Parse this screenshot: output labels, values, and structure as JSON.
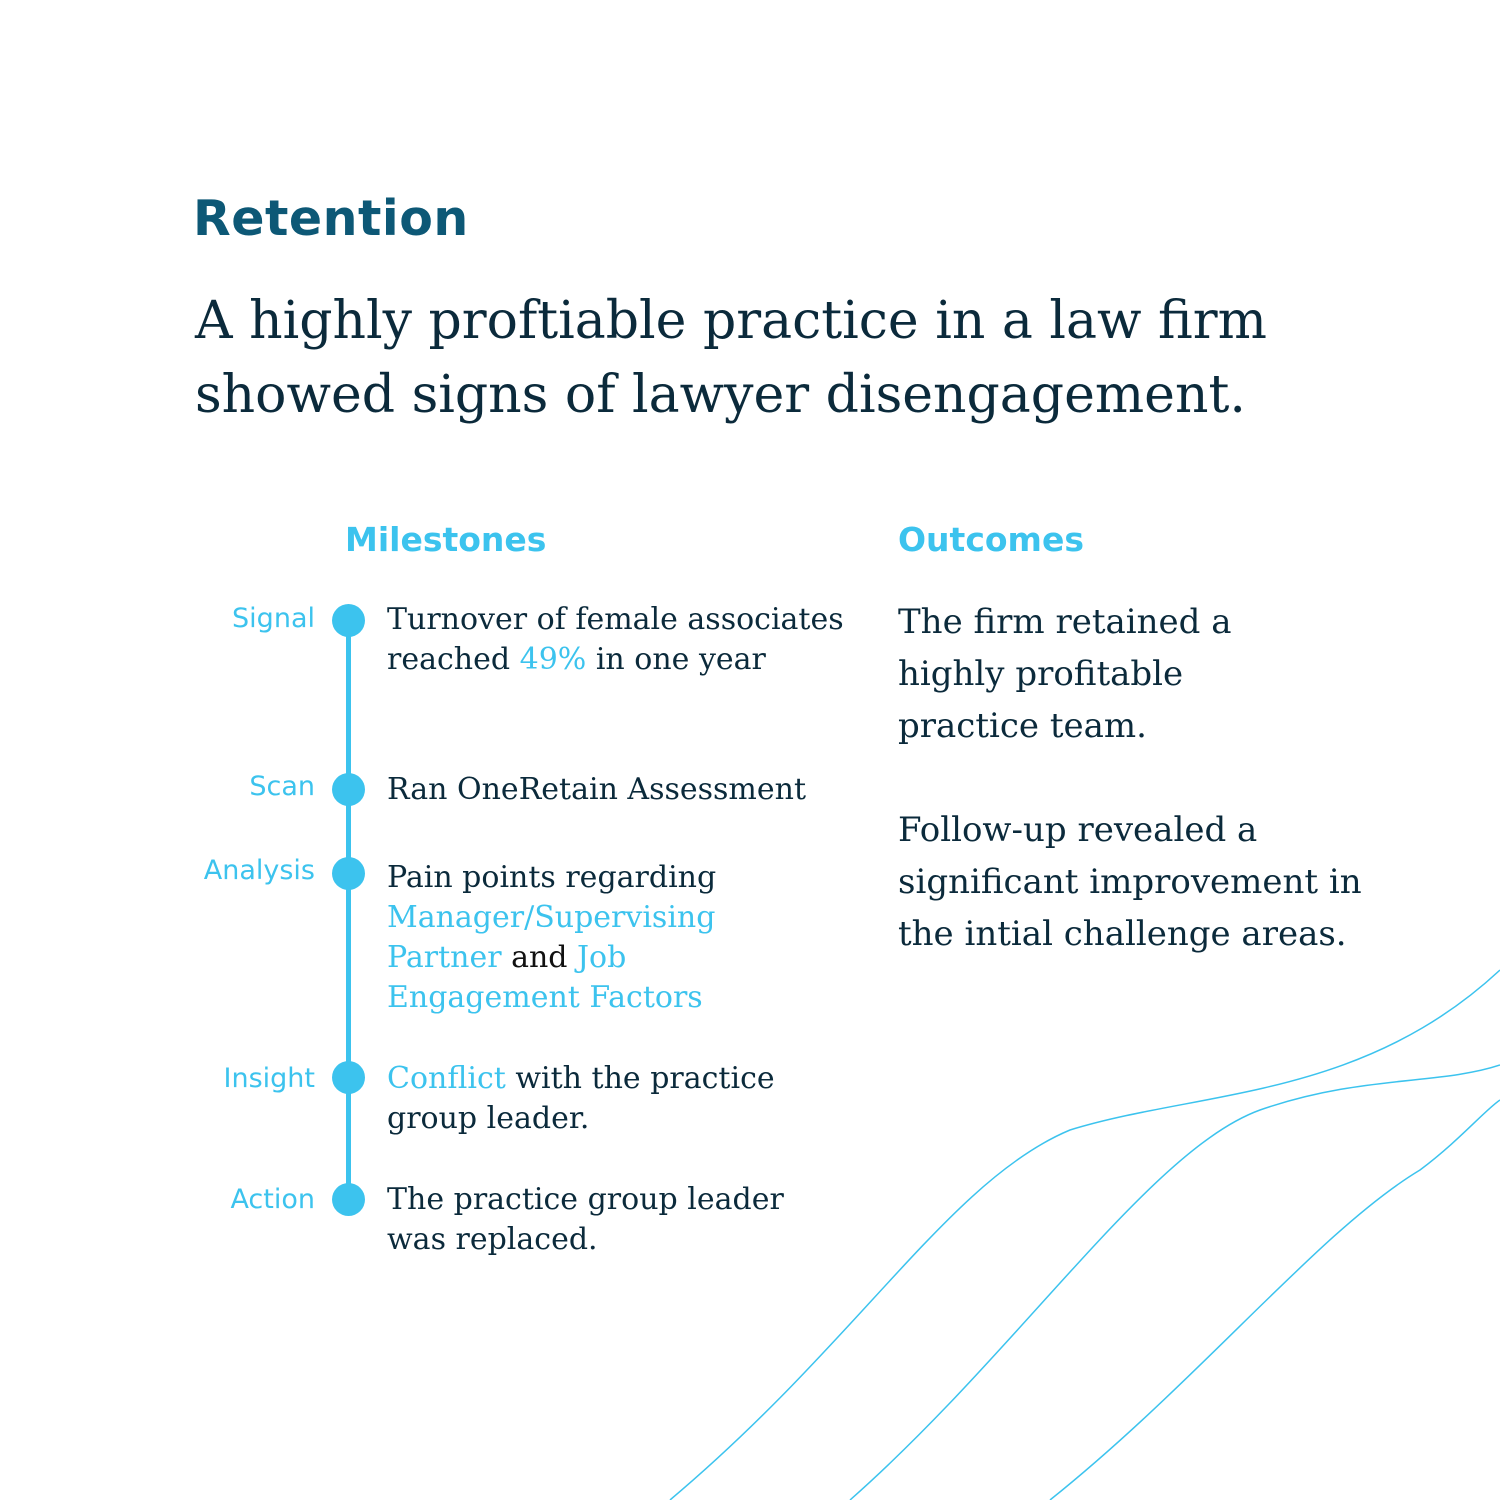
{
  "header": {
    "eyebrow": "Retention",
    "headline": "A highly proftiable practice in a law firm showed signs of lawyer disengagement."
  },
  "milestones": {
    "heading": "Milestones",
    "steps": [
      {
        "label": "Signal",
        "text_a": "Turnover of female associates reached ",
        "highlight_a": "49%",
        "text_b": " in one year"
      },
      {
        "label": "Scan",
        "text_a": "Ran OneRetain Assessment"
      },
      {
        "label": "Analysis",
        "text_a": "Pain points regarding ",
        "highlight_a": "Manager/Supervising Partner",
        "text_b": " and ",
        "highlight_b": "Job Engagement Factors"
      },
      {
        "label": "Insight",
        "highlight_a": "Conflict",
        "text_a": " with the practice group leader."
      },
      {
        "label": "Action",
        "text_a": "The practice group leader was replaced."
      }
    ]
  },
  "outcomes": {
    "heading": "Outcomes",
    "paragraphs": [
      "The firm retained a highly profitable practice team.",
      "Follow-up revealed a significant improvement in the intial challenge areas."
    ]
  },
  "colors": {
    "title": "#0d5876",
    "accent": "#3cc3ee",
    "body_text": "#0b2a3b",
    "background": "#ffffff"
  }
}
